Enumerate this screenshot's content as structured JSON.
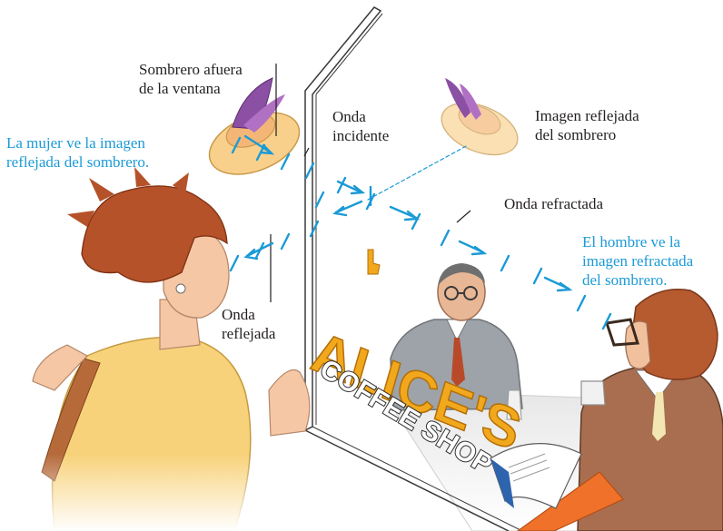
{
  "labels": {
    "hat_outside": [
      "Sombrero afuera",
      "de la ventana"
    ],
    "woman_sees": [
      "La mujer ve la imagen",
      "reflejada del sombrero."
    ],
    "incident_wave": [
      "Onda",
      "incidente"
    ],
    "reflected_hat_image": [
      "Imagen reflejada",
      "del sombrero"
    ],
    "refracted_wave": [
      "Onda refractada"
    ],
    "man_sees": [
      "El hombre ve la",
      "imagen refractada",
      "del sombrero."
    ],
    "reflected_wave": [
      "Onda",
      "reflejada"
    ]
  },
  "sign": {
    "name": "ALICE'S",
    "subtitle": "COFFEE SHOP"
  },
  "colors": {
    "annotation_blue": "#1b9ad6",
    "label_text": "#231f20",
    "sign_orange": "#f2a81d",
    "hat_straw": "#f9d08b",
    "feather_purple": "#8b4fa3",
    "woman_hair": "#b5522a",
    "woman_skin": "#f6c7a4",
    "woman_top": "#f8d27a",
    "man_jacket": "#a86e4f"
  }
}
